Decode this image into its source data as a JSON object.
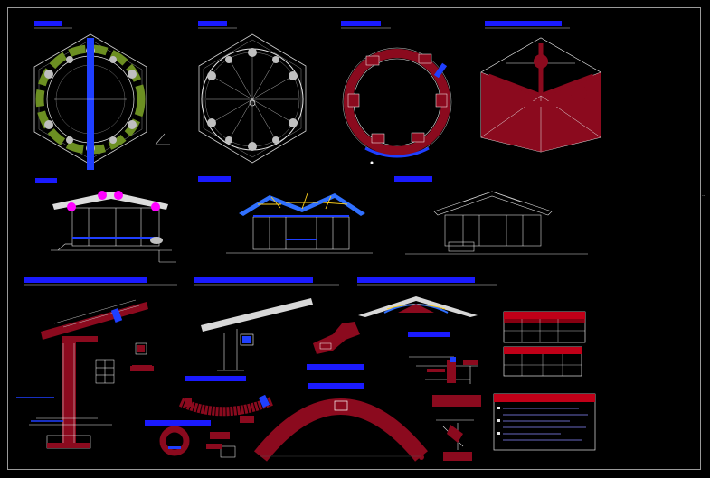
{
  "sheet": {
    "background": "#000000",
    "frame_color": "#9a9a9a",
    "side_mark": "..",
    "palette": {
      "title_bar": "#1a1aff",
      "structure_red": "#8b0a1e",
      "beam_blue": "#1f3fff",
      "joint_magenta": "#ff00ff",
      "ring_green": "#6c8f22",
      "line_white": "#e6e6e6",
      "roof_yellow": "#ffd21f",
      "roof_blue": "#3070ff",
      "table_header": "#c00018"
    }
  },
  "views": [
    {
      "name": "plan-1-structural-plan",
      "type": "hexagonal-plan"
    },
    {
      "name": "plan-2-column-layout",
      "type": "hexagonal-plan"
    },
    {
      "name": "plan-3-ring-beam",
      "type": "circular-plan"
    },
    {
      "name": "plan-4-roof-framing",
      "type": "hexagonal-plan"
    },
    {
      "name": "elevation-1-section",
      "type": "elevation"
    },
    {
      "name": "elevation-2-front",
      "type": "elevation"
    },
    {
      "name": "elevation-3-side",
      "type": "elevation"
    },
    {
      "name": "detail-beam-column",
      "type": "detail"
    },
    {
      "name": "detail-roof-beam",
      "type": "detail"
    },
    {
      "name": "detail-roof-profile",
      "type": "detail"
    },
    {
      "name": "detail-ring-arc",
      "type": "detail"
    },
    {
      "name": "schedule-tables",
      "type": "table"
    },
    {
      "name": "general-notes-box",
      "type": "notes"
    }
  ]
}
